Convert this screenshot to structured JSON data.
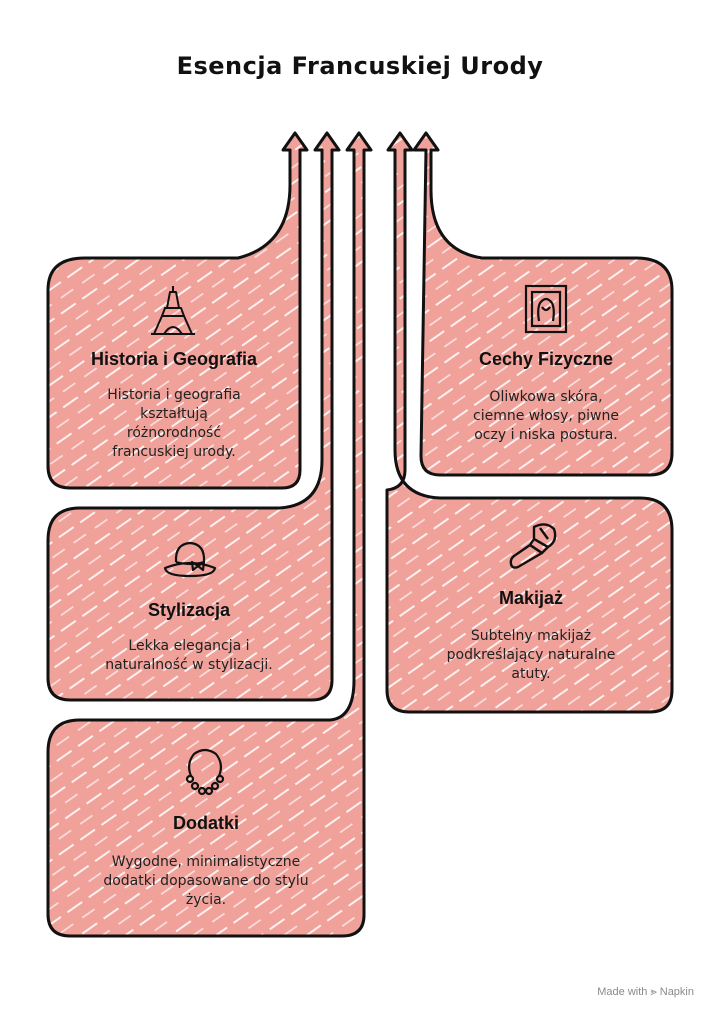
{
  "title": "Esencja Francuskiej Urody",
  "colors": {
    "card_fill": "#f0a19a",
    "stroke": "#111111",
    "hatch": "#ffffff"
  },
  "cards": [
    {
      "id": "historia",
      "title": "Historia i Geografia",
      "icon": "eiffel-tower-icon",
      "desc": [
        "Historia i geografia",
        "kształtują",
        "różnorodność",
        "francuskiej urody."
      ]
    },
    {
      "id": "cechy",
      "title": "Cechy Fizyczne",
      "icon": "portrait-icon",
      "desc": [
        "Oliwkowa skóra,",
        "ciemne włosy, piwne",
        "oczy i niska postura."
      ]
    },
    {
      "id": "stylizacja",
      "title": "Stylizacja",
      "icon": "hat-icon",
      "desc": [
        "Lekka elegancja i",
        "naturalność w stylizacji."
      ]
    },
    {
      "id": "makijaz",
      "title": "Makijaż",
      "icon": "makeup-brush-icon",
      "desc": [
        "Subtelny makijaż",
        "podkreślający naturalne",
        "atuty."
      ]
    },
    {
      "id": "dodatki",
      "title": "Dodatki",
      "icon": "necklace-icon",
      "desc": [
        "Wygodne, minimalistyczne",
        "dodatki dopasowane do stylu",
        "życia."
      ]
    }
  ],
  "footer": {
    "made_with": "Made with",
    "brand": "Napkin"
  }
}
